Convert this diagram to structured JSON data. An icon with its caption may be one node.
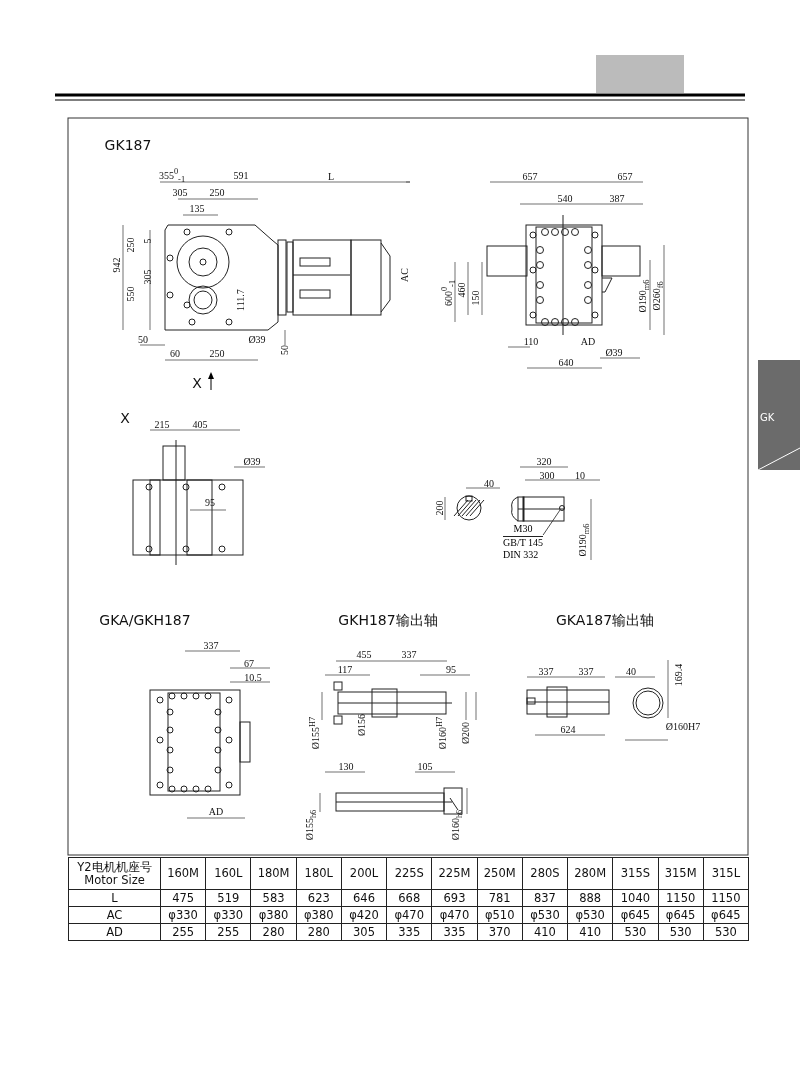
{
  "diagram": {
    "nodes": [
      {
        "text": [
          "M30",
          "GB/T 145",
          "DIN 332"
        ]
      },
      {
        "text": [],
        "shape": "circle"
      }
    ],
    "edges": [
      {
        "from": 0,
        "to": 1,
        "arrow": "none"
      }
    ],
    "labels": [
      "GK187",
      "355$^{0}$$_{-1}$",
      "591",
      "L",
      "305",
      "250",
      "135",
      "250",
      "5",
      "942",
      "305",
      "550",
      "111.7",
      "AC",
      "50",
      "Ø39",
      "50",
      "60",
      "250",
      "X",
      "657",
      "657",
      "540",
      "387",
      "600$^{0}$$_{-1}$",
      "460",
      "150",
      "Ø190$_{m6}$",
      "Ø260$_{f6}$",
      "110",
      "AD",
      "Ø39",
      "640",
      "X",
      "215",
      "405",
      "Ø39",
      "95",
      "40",
      "200",
      "320",
      "300",
      "10",
      "Ø190$_{m6}$",
      "GKA/GKH187",
      "GKH187输出轴",
      "GKA187输出轴",
      "337",
      "67",
      "10.5",
      "AD",
      "455",
      "337",
      "117",
      "95",
      "Ø155$^{H7}$",
      "Ø156",
      "Ø160$^{H7}$",
      "Ø200",
      "130",
      "105",
      "Ø155$_{h6}$",
      "Ø160$_{h6}$",
      "337",
      "337",
      "40",
      "169.4",
      "624",
      "Ø160H7",
      "Y2电机机座号 Motor Size",
      "160M",
      "160L",
      "180M",
      "180L",
      "200L",
      "225S",
      "225M",
      "250M",
      "280S",
      "280M",
      "315S",
      "315M",
      "315L",
      "L",
      "475",
      "519",
      "583",
      "623",
      "646",
      "668",
      "693",
      "781",
      "837",
      "888",
      "1040",
      "1150",
      "1150",
      "AC",
      "φ330",
      "φ330",
      "φ380",
      "φ380",
      "φ420",
      "φ470",
      "φ470",
      "φ510",
      "φ530",
      "φ530",
      "φ645",
      "φ645",
      "φ645",
      "AD",
      "255",
      "255",
      "280",
      "280",
      "305",
      "335",
      "335",
      "370",
      "410",
      "410",
      "530",
      "530",
      "530",
      "GK"
    ]
  }
}
